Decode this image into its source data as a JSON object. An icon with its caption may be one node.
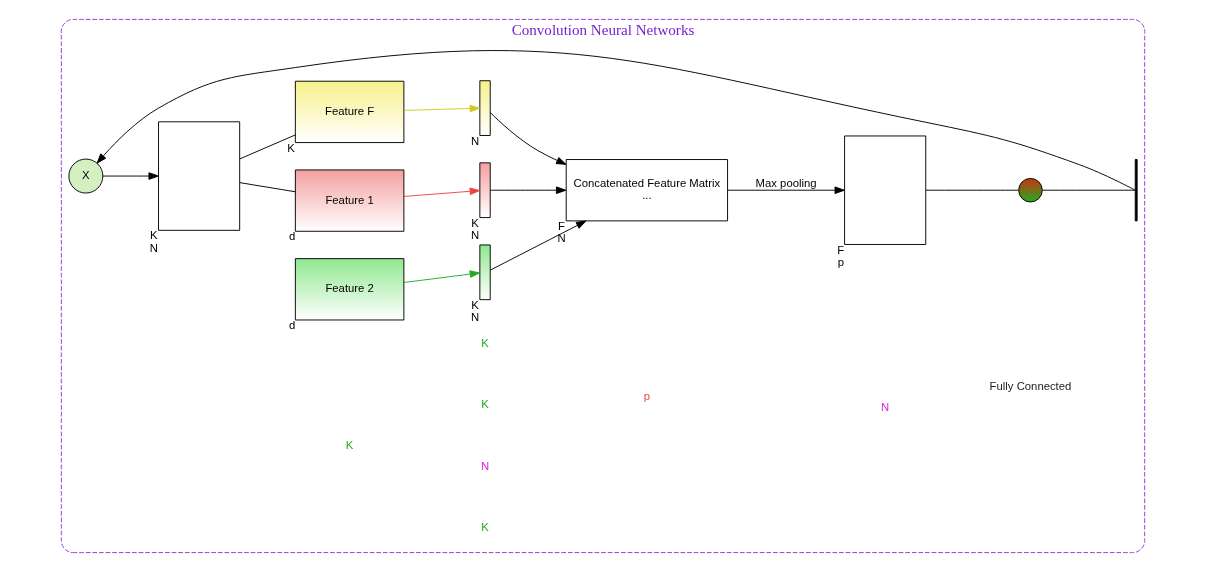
{
  "diagram": {
    "nodes": [
      {
        "text": [
          "Convolution Neural Networks"
        ]
      },
      {
        "text": [
          "X"
        ],
        "in": 0
      },
      {
        "text": [],
        "shape": "box",
        "in": 0,
        "beside": [
          "K",
          "N"
        ]
      },
      {
        "text": [
          "Feature 1"
        ],
        "in": 0,
        "beside": [
          "d"
        ]
      },
      {
        "text": [],
        "shape": "bar",
        "in": 0,
        "beside": [
          "K",
          "N"
        ]
      },
      {
        "text": [
          "Feature 2"
        ],
        "in": 0,
        "beside": [
          "d"
        ]
      },
      {
        "text": [],
        "shape": "bar",
        "in": 0,
        "beside": [
          "K",
          "N"
        ]
      },
      {
        "text": [
          "Feature F"
        ],
        "in": 0,
        "beside": [
          "K"
        ]
      },
      {
        "text": [],
        "shape": "bar",
        "in": 0,
        "beside": [
          "N"
        ]
      },
      {
        "text": [
          "Concatenated Feature Matrix",
          "..."
        ],
        "in": 0,
        "beside": [
          "F",
          "N"
        ]
      },
      {
        "text": [],
        "shape": "box",
        "in": 0,
        "beside": [
          "F",
          "p"
        ]
      },
      {
        "text": [],
        "shape": "circle",
        "in": 0
      },
      {
        "text": [],
        "shape": "bar",
        "in": 0
      }
    ],
    "edges": [
      {
        "from": 1,
        "to": 2,
        "arrow": "to"
      },
      {
        "from": 2,
        "to": 3,
        "arrow": "none"
      },
      {
        "from": 2,
        "to": 7,
        "arrow": "none"
      },
      {
        "from": 3,
        "to": 4,
        "arrow": "to",
        "color": "#ee4444"
      },
      {
        "from": 5,
        "to": 6,
        "arrow": "to",
        "color": "#22aa22"
      },
      {
        "from": 7,
        "to": 8,
        "arrow": "to",
        "color": "#cccc22"
      },
      {
        "from": 4,
        "to": 9,
        "arrow": "to"
      },
      {
        "from": 6,
        "to": 9,
        "arrow": "to"
      },
      {
        "from": 8,
        "to": 9,
        "arrow": "to"
      },
      {
        "from": 9,
        "to": 10,
        "arrow": "to",
        "label": "Max pooling"
      },
      {
        "from": 10,
        "to": 11,
        "arrow": "none"
      },
      {
        "from": 11,
        "to": 12,
        "arrow": "none"
      },
      {
        "from": 12,
        "to": 1,
        "arrow": "to"
      }
    ],
    "labels": [
      "N",
      "K",
      "K",
      "N",
      "K",
      "Fully Connected",
      "p",
      "K"
    ]
  }
}
